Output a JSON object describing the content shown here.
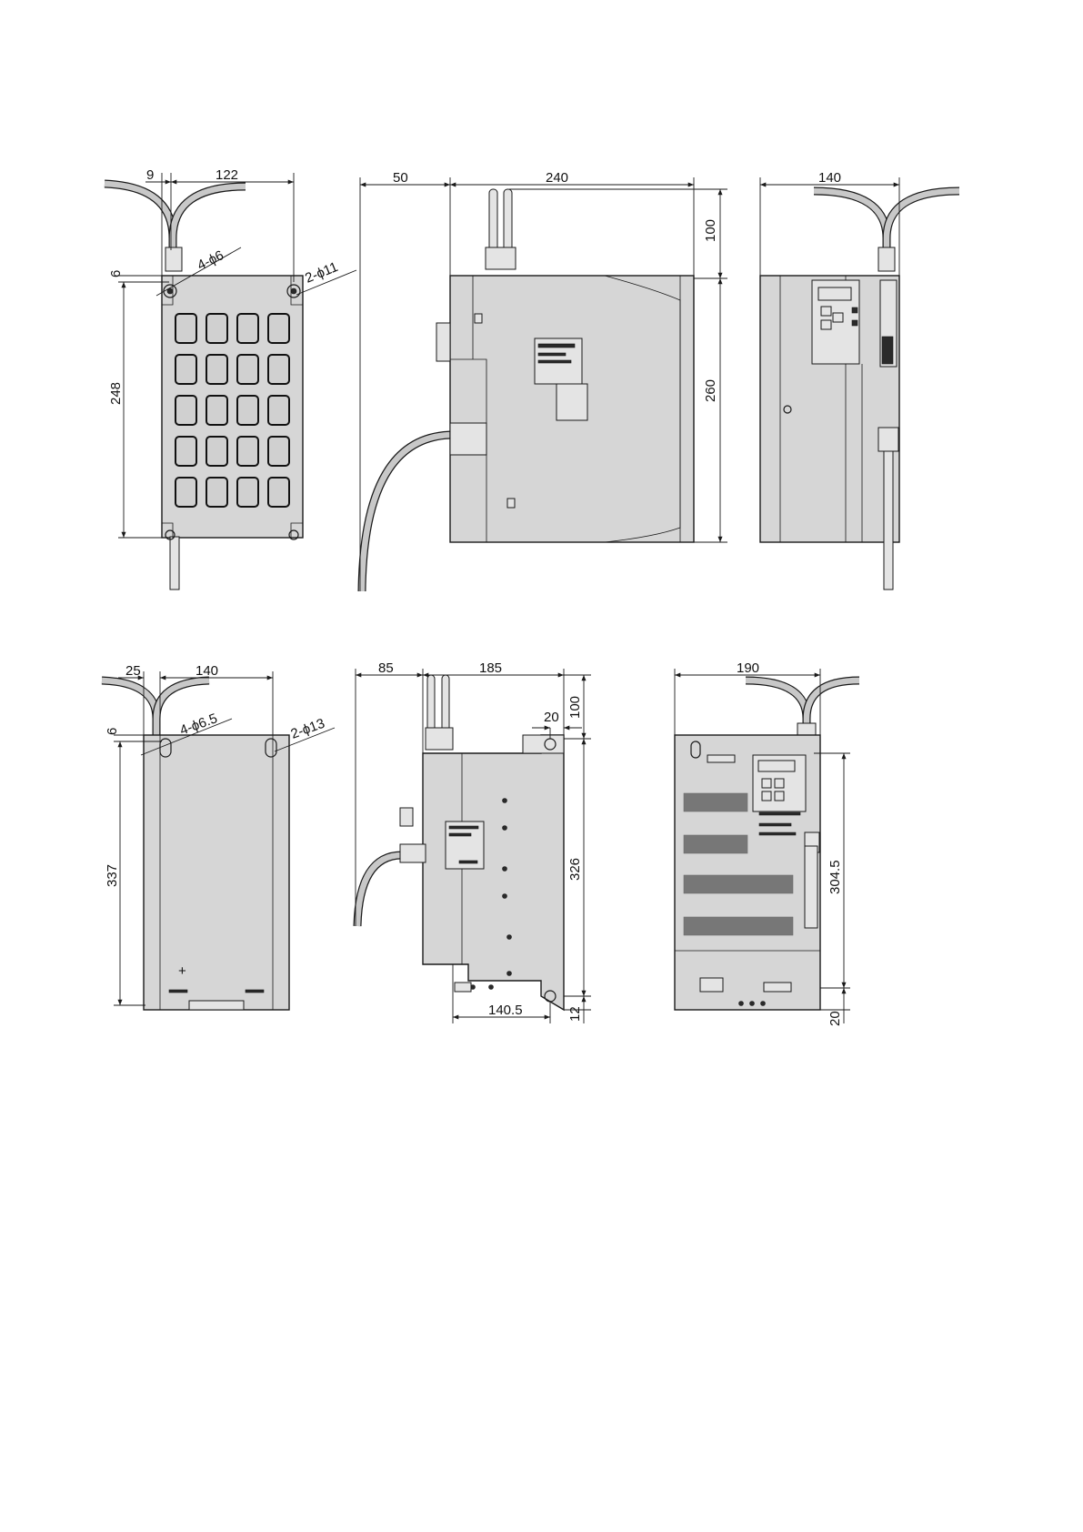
{
  "views": {
    "top_front": {
      "w9": "9",
      "w122": "122",
      "h6": "6",
      "h248": "248",
      "holes4": "4-ϕ6",
      "holes2": "2-ϕ11"
    },
    "top_side": {
      "w50": "50",
      "w240": "240",
      "h100": "100",
      "h260": "260"
    },
    "top_right": {
      "w140": "140"
    },
    "bot_front": {
      "w25": "25",
      "w140": "140",
      "h6": "6",
      "h337": "337",
      "holes4": "4-ϕ6.5",
      "holes2": "2-ϕ13"
    },
    "bot_side": {
      "w85": "85",
      "w185": "185",
      "w20": "20",
      "h100": "100",
      "h326": "326",
      "w140_5": "140.5",
      "h12": "12"
    },
    "bot_right": {
      "w190": "190",
      "h304_5": "304.5",
      "h20": "20"
    }
  },
  "colors": {
    "body": "#d6d6d6",
    "ink": "#1a1a1a"
  }
}
